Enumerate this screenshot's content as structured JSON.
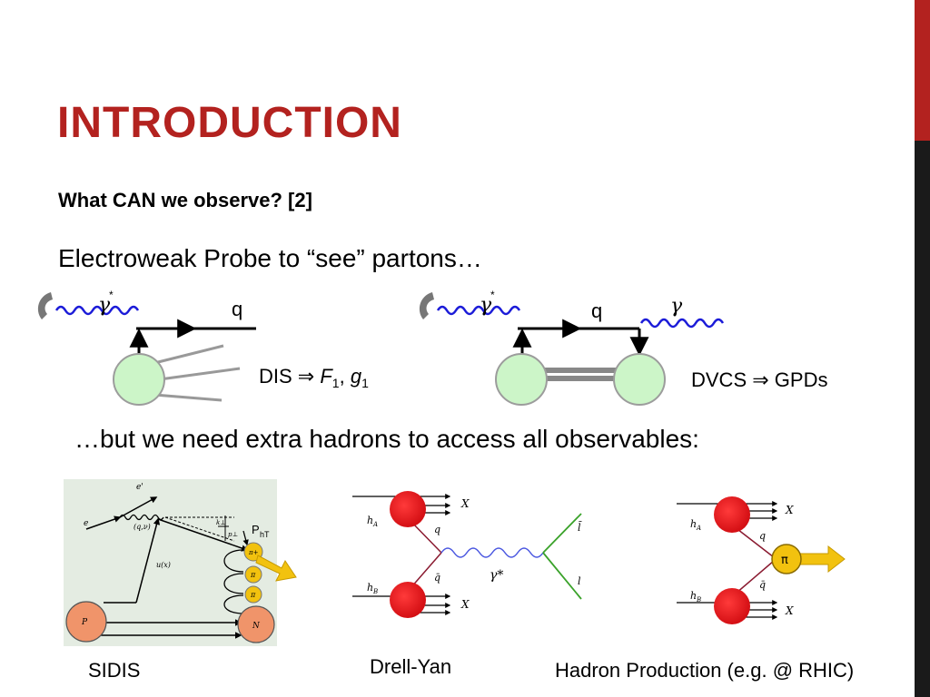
{
  "title": "INTRODUCTION",
  "subtitle": "What CAN we observe? [2]",
  "probe_text": "Electroweak Probe to “see” partons…",
  "hadron_text": "…but we need extra hadrons to access all observables:",
  "dis": {
    "photon": "γ",
    "photon_star": "*",
    "quark": "q",
    "label_prefix": "DIS ⇒ ",
    "f": "F",
    "f_sub": "1",
    "comma": ", ",
    "g": "g",
    "g_sub": "1"
  },
  "dvcs": {
    "photon": "γ",
    "photon_star": "*",
    "quark": "q",
    "real_photon": "γ",
    "label": "DVCS ⇒ GPDs"
  },
  "sidis": {
    "caption": "SIDIS",
    "pht": "P",
    "pht_sub": "hT",
    "e_prime": "e'",
    "e": "e",
    "qv": "(q,ν)",
    "ux": "u(x)",
    "p": "P",
    "n": "N",
    "pi_plus": "π+",
    "pi": "π",
    "kt": "k⊥",
    "pt": "p⊥"
  },
  "drell_yan": {
    "caption": "Drell-Yan",
    "x1": "X",
    "x2": "X",
    "ha": "h",
    "ha_sub": "A",
    "hb": "h",
    "hb_sub": "B",
    "q": "q",
    "qbar": "q̄",
    "gamma": "γ*",
    "lbar": "l̄",
    "l": "l"
  },
  "hadron_production": {
    "caption": "Hadron Production (e.g. @ RHIC)",
    "x1": "X",
    "x2": "X",
    "ha": "h",
    "ha_sub": "A",
    "hb": "h",
    "hb_sub": "B",
    "q": "q",
    "qbar": "q̄",
    "pion": "π"
  },
  "colors": {
    "accent_red": "#b3221f",
    "sidebar_dark": "#1a1a1a",
    "photon_blue": "#1b1bd8",
    "blob_green": "#ccf5c8",
    "hadron_red": "#e8161a",
    "pion_yellow": "#f2c20f",
    "lepton_green": "#3aa22a",
    "sidis_orange": "#f0946a"
  }
}
